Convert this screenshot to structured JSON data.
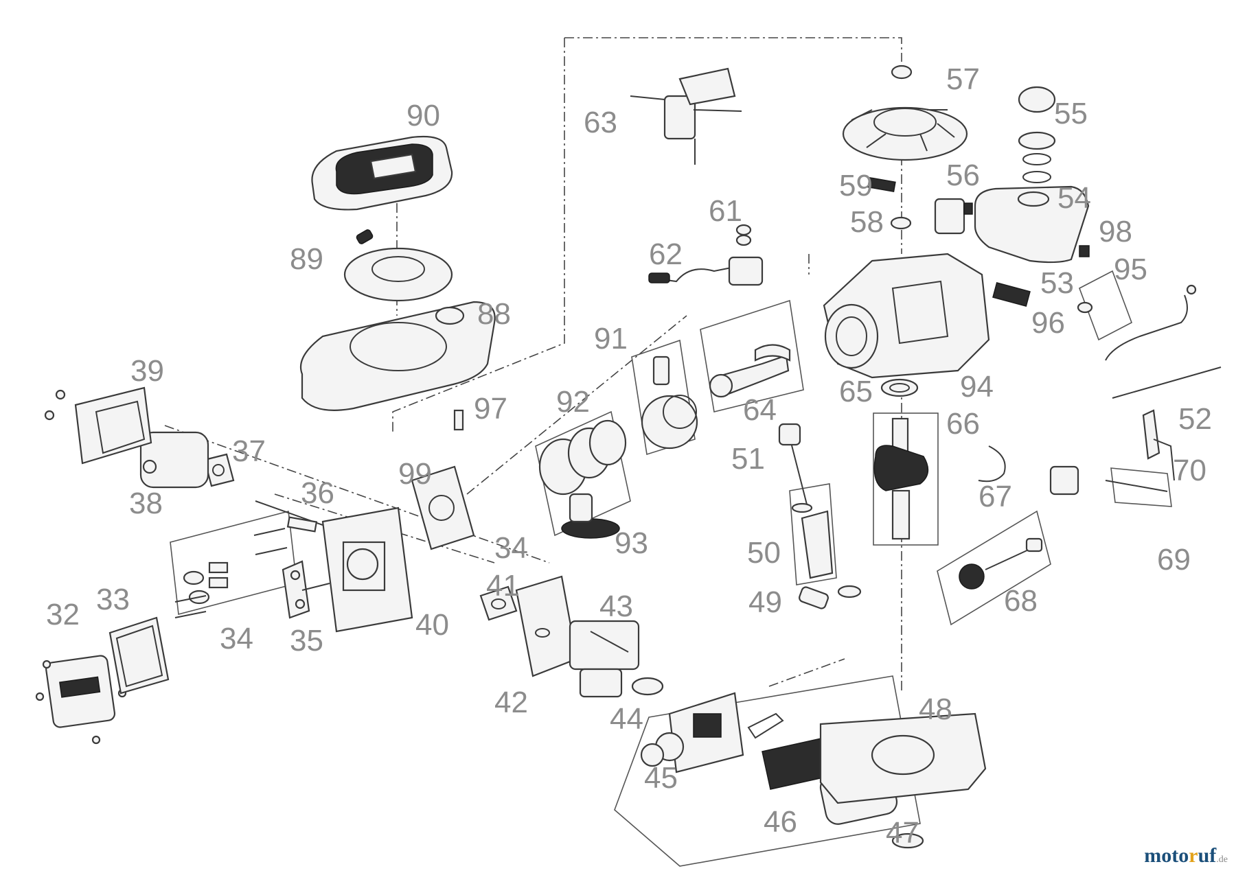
{
  "labels": {
    "l32": "32",
    "l33": "33",
    "l34a": "34",
    "l34b": "34",
    "l35": "35",
    "l36": "36",
    "l37": "37",
    "l38": "38",
    "l39": "39",
    "l40": "40",
    "l41": "41",
    "l42": "42",
    "l43": "43",
    "l44": "44",
    "l45": "45",
    "l46": "46",
    "l47": "47",
    "l48": "48",
    "l49": "49",
    "l50": "50",
    "l51": "51",
    "l52": "52",
    "l53": "53",
    "l54": "54",
    "l55": "55",
    "l56": "56",
    "l57": "57",
    "l58": "58",
    "l59": "59",
    "l61": "61",
    "l62": "62",
    "l63": "63",
    "l64": "64",
    "l65": "65",
    "l66": "66",
    "l67": "67",
    "l68": "68",
    "l69": "69",
    "l70": "70",
    "l88": "88",
    "l89": "89",
    "l90": "90",
    "l91": "91",
    "l92": "92",
    "l93": "93",
    "l94": "94",
    "l95": "95",
    "l96": "96",
    "l97": "97",
    "l98": "98",
    "l99": "99"
  },
  "watermark": {
    "part1": "moto",
    "part2": "r",
    "part3": "uf",
    "suffix": ".de"
  }
}
